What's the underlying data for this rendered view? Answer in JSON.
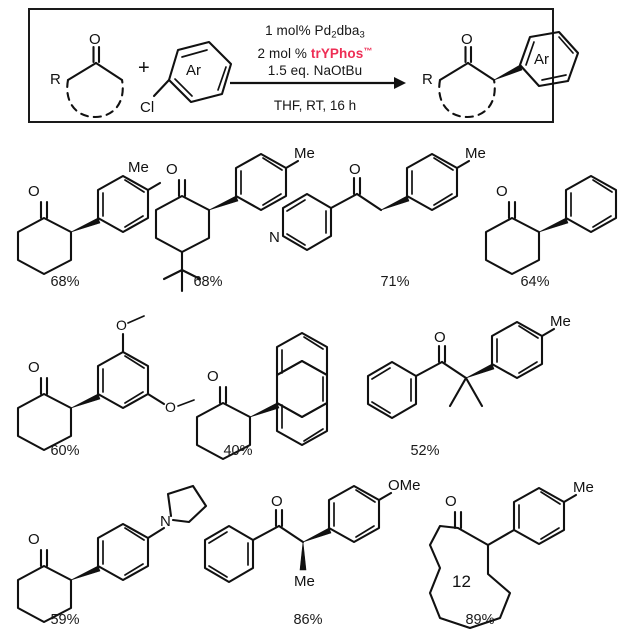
{
  "figure": {
    "kind": "chemical-reaction-scheme",
    "title_text": "",
    "brand_color": "#ee2e55",
    "line_color": "#111111"
  },
  "reaction": {
    "substrate_labels": {
      "r_group": "R",
      "carbonyl_oxygen": "O"
    },
    "aryl_halide_labels": {
      "halide": "Cl",
      "aryl": "Ar"
    },
    "plus_sign": "+",
    "product_labels": {
      "r_group": "R",
      "carbonyl_oxygen": "O",
      "aryl": "Ar"
    },
    "conditions_above": [
      {
        "text_parts": [
          "1 mol% Pd",
          "2",
          "dba",
          "3"
        ],
        "plain": "1 mol% Pd2dba3"
      },
      {
        "plain": "2 mol % trYPhos™",
        "prefix": "2 mol % ",
        "brand": "trYPhos",
        "brand_suffix": "™"
      },
      {
        "plain": "1.5 eq. NaOtBu"
      }
    ],
    "conditions_below": "THF, RT, 16 h"
  },
  "products": [
    {
      "id": "p1",
      "name": "2-(4-methylphenyl)cyclohexan-1-one",
      "yield": "68%",
      "atom_labels": [
        "O",
        "Me"
      ]
    },
    {
      "id": "p2",
      "name": "4-tert-butyl-2-(4-methylphenyl)cyclohexan-1-one",
      "yield": "68%",
      "atom_labels": [
        "O",
        "Me"
      ]
    },
    {
      "id": "p3",
      "name": "2-(4-methylphenyl)-1-(pyridin-4-yl)ethan-1-one",
      "yield": "71%",
      "atom_labels": [
        "O",
        "N",
        "Me"
      ]
    },
    {
      "id": "p4",
      "name": "2-phenylcyclohexan-1-one",
      "yield": "64%",
      "atom_labels": [
        "O"
      ]
    },
    {
      "id": "p5",
      "name": "2-(3,5-dimethoxyphenyl)cyclohexan-1-one",
      "yield": "60%",
      "atom_labels": [
        "O",
        "O",
        "O"
      ]
    },
    {
      "id": "p6",
      "name": "2-(anthracen-9-yl)cyclohexan-1-one",
      "yield": "40%",
      "atom_labels": [
        "O"
      ]
    },
    {
      "id": "p7",
      "name": "2-methyl-2-(4-methylphenyl)-1-phenylpropan-1-one",
      "yield": "52%",
      "atom_labels": [
        "O",
        "Me"
      ]
    },
    {
      "id": "p8",
      "name": "2-(4-(pyrrolidin-1-yl)phenyl)cyclohexan-1-one",
      "yield": "59%",
      "atom_labels": [
        "O",
        "N"
      ]
    },
    {
      "id": "p9",
      "name": "2-(4-methoxyphenyl)-1-phenylpropan-1-one",
      "yield": "86%",
      "atom_labels": [
        "O",
        "OMe",
        "Me"
      ]
    },
    {
      "id": "p10",
      "name": "2-(4-methylphenyl)cyclododecan-1-one",
      "yield": "89%",
      "ring_size_label": "12",
      "atom_labels": [
        "O",
        "Me"
      ]
    }
  ]
}
